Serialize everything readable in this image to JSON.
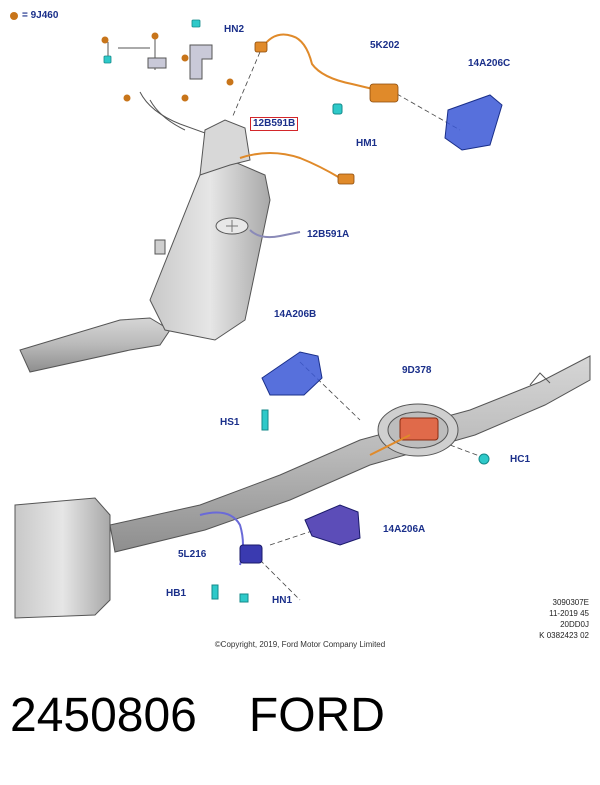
{
  "legend": {
    "symbol_color": "#c8751a",
    "text": "= 9J460"
  },
  "callouts": {
    "hn2": "HN2",
    "k5202": "5K202",
    "a14206c": "14A206C",
    "hm1": "HM1",
    "b12591b": "12B591B",
    "b12591a": "12B591A",
    "b14206b": "14A206B",
    "d9378": "9D378",
    "hs1": "HS1",
    "hc1": "HC1",
    "a14206a": "14A206A",
    "l5216": "5L216",
    "hb1": "HB1",
    "hn1": "HN1"
  },
  "reference": [
    "3090307E",
    "11-2019 45",
    "20DD0J",
    "K 0382423 02"
  ],
  "copyright": "©Copyright, 2019, Ford Motor Company Limited",
  "footer": {
    "part_number": "2450806",
    "brand": "FORD"
  },
  "colors": {
    "label_blue": "#1a2f8a",
    "highlight_red": "#d3262a",
    "sensor_orange": "#e08a2a",
    "bracket_blue": "#3a57d6",
    "fastener_cyan": "#2ec9c9"
  }
}
